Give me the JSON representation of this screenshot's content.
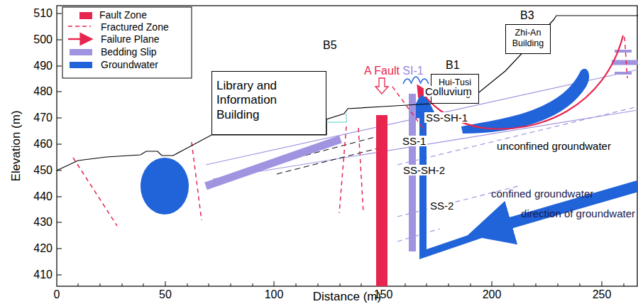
{
  "diagram": {
    "nodes": [
      {
        "text": [
          "B5",
          "Library and Information Building"
        ]
      },
      {
        "text": [
          "B1",
          "Hui-Tusi Building"
        ]
      },
      {
        "text": [
          "B3",
          "Zhi-An Building"
        ]
      }
    ],
    "labels": [
      "A Fault",
      "SI-1",
      "Colluvium",
      "SS-SH-1",
      "SS-1",
      "SS-SH-2",
      "SS-2",
      "unconfined groundwater",
      "confined groundwater",
      "direction of groundwater",
      "510",
      "500",
      "490",
      "480",
      "470",
      "460",
      "450",
      "440",
      "430",
      "420",
      "410",
      "0",
      "50",
      "100",
      "150",
      "200",
      "250",
      "Elevation (m)",
      "Distance (m)"
    ],
    "legend": [
      {
        "text": "Fault Zone",
        "color": "#e8254f"
      },
      {
        "text": "Fractured Zone"
      },
      {
        "text": "Failure Plane"
      },
      {
        "text": "Bedding Slip",
        "color": "#a094e0"
      },
      {
        "text": "Groundwater",
        "color": "#2163d8"
      }
    ]
  }
}
